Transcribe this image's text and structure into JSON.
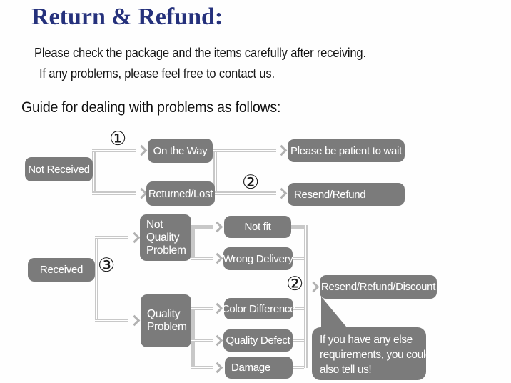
{
  "colors": {
    "title_navy": "#25317c",
    "node_gray": "#7b7b7b",
    "connector_gray": "#c8c8c8",
    "text_black": "#161616"
  },
  "header": {
    "title": "Return & Refund:",
    "intro_line1": "Please check the package and the items carefully after receiving.",
    "intro_line2": "If any problems, please feel free to contact us.",
    "guide_heading": "Guide for dealing with problems as follows:"
  },
  "flowchart": {
    "markers": {
      "step1": "①",
      "step2_top": "②",
      "step3": "③",
      "step2_bottom": "②"
    },
    "nodes": {
      "not_received": "Not Received",
      "on_the_way": "On the Way",
      "returned_lost": "Returned/Lost",
      "please_wait": "Please be patient to wait",
      "resend_refund": "Resend/Refund",
      "received": "Received",
      "not_quality_problem": "Not\nQuality\nProblem",
      "not_fit": "Not fit",
      "wrong_delivery": "Wrong Delivery",
      "quality_problem": "Quality\nProblem",
      "color_difference": "Color Difference",
      "quality_defect": "Quality Defect",
      "damage": "Damage",
      "resend_refund_discount": "Resend/Refund/Discount",
      "bubble_note": "If you have any else\nrequirements, you could\nalso tell us!"
    }
  }
}
